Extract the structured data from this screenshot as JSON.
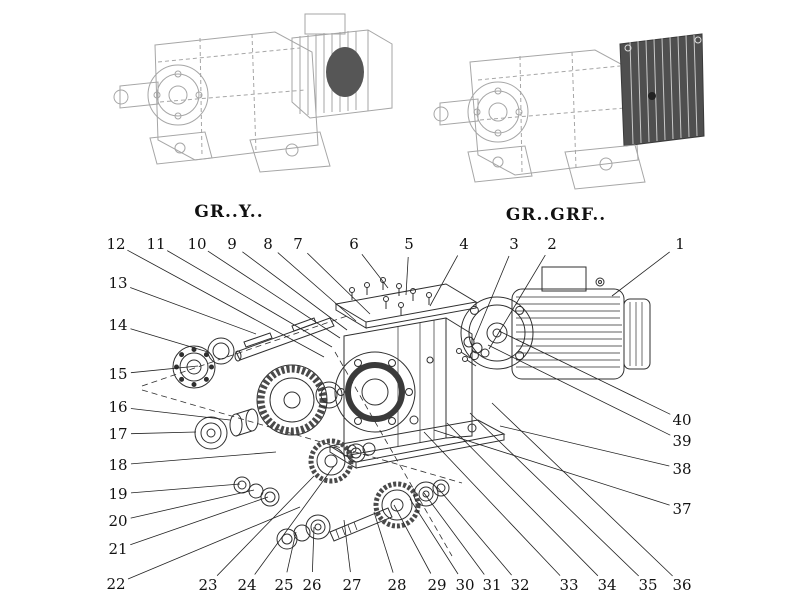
{
  "diagram": {
    "left_variant_label": "GR..Y..",
    "right_variant_label": "GR..GRF..",
    "ink_color": "#2f2f2f",
    "background_color": "#ffffff"
  },
  "callouts": {
    "top": [
      "12",
      "11",
      "10",
      "9",
      "8",
      "7",
      "6",
      "5",
      "4",
      "3",
      "2",
      "1"
    ],
    "left": [
      "13",
      "14",
      "15",
      "16",
      "17",
      "18",
      "19",
      "20",
      "21",
      "22"
    ],
    "bottom": [
      "23",
      "24",
      "25",
      "26",
      "27",
      "28",
      "29",
      "30",
      "31",
      "32",
      "33",
      "34",
      "35",
      "36"
    ],
    "right": [
      "40",
      "39",
      "38",
      "37"
    ]
  }
}
